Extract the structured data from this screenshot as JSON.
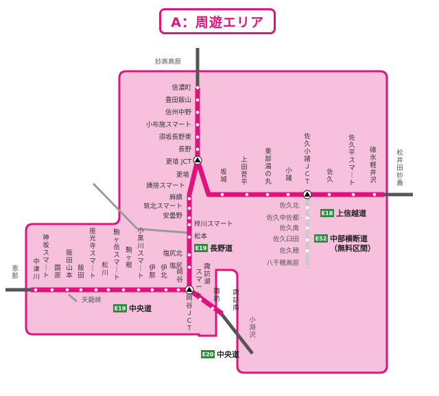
{
  "title": "A：周遊エリア",
  "colors": {
    "accent": "#e0137e",
    "area_fill": "#f7c1dd",
    "road_gray": "#555555",
    "badge_green": "#2e8b3d"
  },
  "labels": {
    "myoko": "妙高高原",
    "shinanomachi": "信濃町",
    "toyota_iiyama": "豊田飯山",
    "shinshu_nakano": "信州中野",
    "obuse": "小布施スマート",
    "suzaka": "須坂長野東",
    "nagano": "長野",
    "koshoku_jct": "更埴 JCT",
    "koshoku": "更埴",
    "obasute": "姨捨スマート",
    "omi": "麻績",
    "chikuhoku": "筑北スマート",
    "azumino": "安曇野",
    "azusagawa": "梓川スマート",
    "matsumoto": "松本",
    "shiojiri_kita": "塩尻北",
    "shiojiri": "塩尻",
    "okaya": "岡谷",
    "okaya_jct": "岡谷ＪＣＴ",
    "suwako": "諏訪湖スマート",
    "suwa": "諏訪",
    "suwa_minami": "諏訪南",
    "kobuchizawa": "小淵沢",
    "ina": "伊那",
    "ina_kita": "伊北",
    "komagane": "駒ヶ根",
    "komagatake": "駒ヶ岳スマート",
    "matsukawa": "松川",
    "zakouji": "座光寺スマート",
    "iida": "飯田",
    "iida_yamamoto": "飯田山本",
    "sonohara": "園原",
    "kamisaka": "神坂スマート",
    "nakatsugawa": "中津川",
    "ena": "恵那",
    "tenryukyo": "天龍峡",
    "kobayashi": "小黒川スマート",
    "sakaki": "坂城",
    "ueda": "上田菅平",
    "tobu_yunomaru": "東部湯の丸",
    "komoro": "小諸",
    "saku_komoro_jct": "佐久小諸ＪＣＴ",
    "saku": "佐久",
    "saku_hirase": "佐久平スマート",
    "usui_karuizawa": "碓氷軽井沢",
    "matsuida_myogi": "松井田妙義",
    "saku_kita": "佐久北",
    "saku_nakasato": "佐久中佐都",
    "saku_minami": "佐久南",
    "saku_usuda": "佐久臼田",
    "saku_ho": "佐久穂",
    "yatsugatake": "八千穂高原"
  },
  "roads": {
    "e18": {
      "badge": "E18",
      "name": "上信越道"
    },
    "e19_nagano": {
      "badge": "E19",
      "name": "長野道"
    },
    "e19_chuo": {
      "badge": "E19",
      "name": "中央道"
    },
    "e20_chuo": {
      "badge": "E20",
      "name": "中央道"
    },
    "e52": {
      "badge": "E52",
      "name": "中部横断道",
      "note": "（無料区間）"
    }
  }
}
